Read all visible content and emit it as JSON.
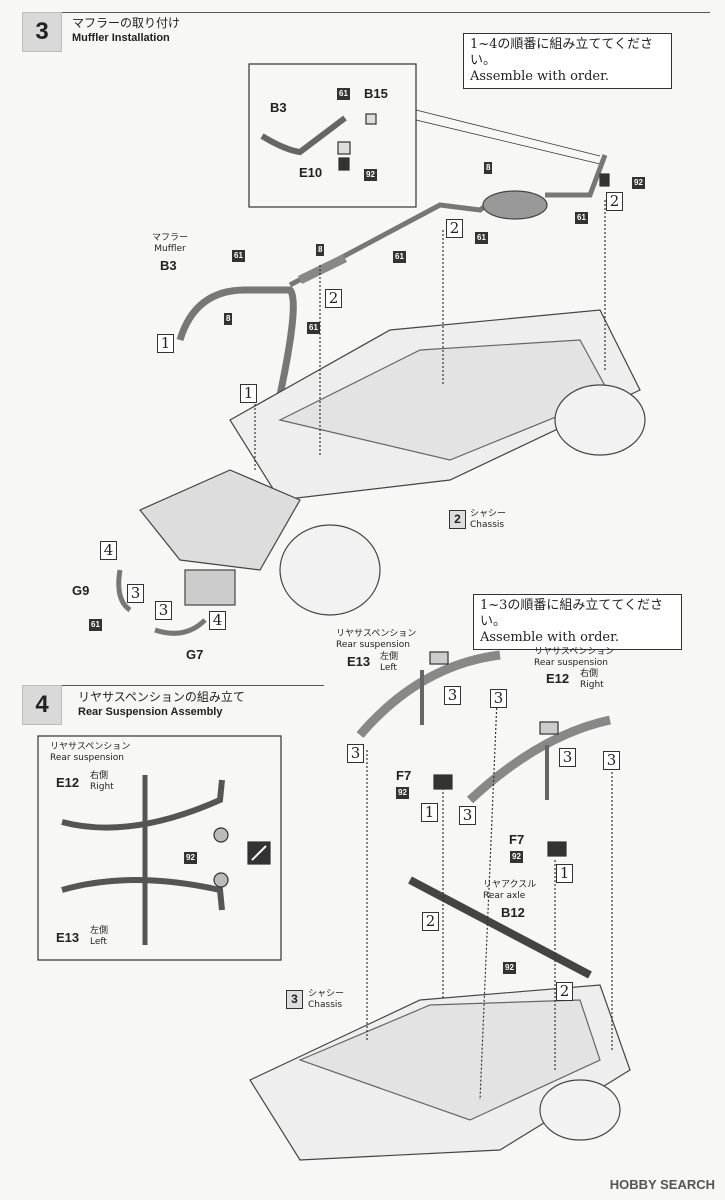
{
  "step3": {
    "number": "3",
    "title_jp": "マフラーの取り付け",
    "title_en": "Muffler Installation",
    "note_jp": "1~4の順番に組み立ててください。",
    "note_en": "Assemble with order.",
    "detail_labels": {
      "b3": "B3",
      "b15": "B15",
      "e10": "E10",
      "tag61": "61",
      "tag92": "92"
    },
    "muffler_label_jp": "マフラー",
    "muffler_label_en": "Muffler",
    "muffler_part": "B3",
    "chassis_num": "2",
    "chassis_jp": "シャシー",
    "chassis_en": "Chassis",
    "g9": "G9",
    "g7": "G7",
    "tags": {
      "t61": "61",
      "t8": "8",
      "t92": "92"
    },
    "order": {
      "n1": "1",
      "n2": "2",
      "n3": "3",
      "n4": "4"
    }
  },
  "step4": {
    "number": "4",
    "title_jp": "リヤサスペンションの組み立て",
    "title_en": "Rear Suspension Assembly",
    "note_jp": "1~3の順番に組み立ててください。",
    "note_en": "Assemble with order.",
    "inset_title_jp": "リヤサスペンション",
    "inset_title_en": "Rear suspension",
    "right_jp": "右側",
    "right_en": "Right",
    "left_jp": "左側",
    "left_en": "Left",
    "e12": "E12",
    "e13": "E13",
    "f7": "F7",
    "b12": "B12",
    "axle_jp": "リヤアクスル",
    "axle_en": "Rear axle",
    "chassis_num": "3",
    "chassis_jp": "シャシー",
    "chassis_en": "Chassis",
    "tag92": "92"
  },
  "footer": "HOBBY SEARCH"
}
